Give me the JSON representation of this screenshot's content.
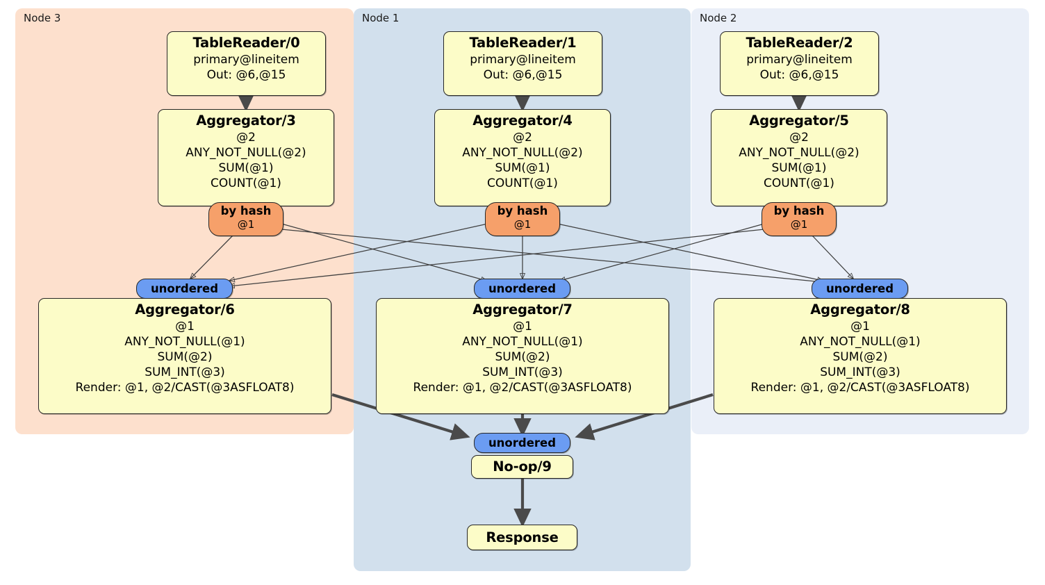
{
  "diagram": {
    "title": "Distributed SQL query physical plan (DistSQL flow diagram)",
    "colors": {
      "node3_panel": "#fde0cd",
      "node1_panel": "#d2e0ed",
      "node2_panel": "#eaeff8",
      "processor_box": "#fcfcc8",
      "by_hash_pill": "#f6a06a",
      "unordered_pill": "#6b9cf2",
      "edge": "#3f3f3f",
      "outline": "#262626"
    }
  },
  "panels": [
    {
      "id": "node3",
      "label": "Node 3"
    },
    {
      "id": "node1",
      "label": "Node 1"
    },
    {
      "id": "node2",
      "label": "Node 2"
    }
  ],
  "table_readers": [
    {
      "title": "TableReader/0",
      "lines": [
        "primary@lineitem",
        "Out: @6,@15"
      ]
    },
    {
      "title": "TableReader/1",
      "lines": [
        "primary@lineitem",
        "Out: @6,@15"
      ]
    },
    {
      "title": "TableReader/2",
      "lines": [
        "primary@lineitem",
        "Out: @6,@15"
      ]
    }
  ],
  "local_aggregators": [
    {
      "title": "Aggregator/3",
      "lines": [
        "@2",
        "ANY_NOT_NULL(@2)",
        "SUM(@1)",
        "COUNT(@1)"
      ]
    },
    {
      "title": "Aggregator/4",
      "lines": [
        "@2",
        "ANY_NOT_NULL(@2)",
        "SUM(@1)",
        "COUNT(@1)"
      ]
    },
    {
      "title": "Aggregator/5",
      "lines": [
        "@2",
        "ANY_NOT_NULL(@2)",
        "SUM(@1)",
        "COUNT(@1)"
      ]
    }
  ],
  "by_hash_outputs": [
    {
      "label": "by hash",
      "detail": "@1"
    },
    {
      "label": "by hash",
      "detail": "@1"
    },
    {
      "label": "by hash",
      "detail": "@1"
    }
  ],
  "unordered_inputs": [
    {
      "label": "unordered"
    },
    {
      "label": "unordered"
    },
    {
      "label": "unordered"
    }
  ],
  "final_aggregators": [
    {
      "title": "Aggregator/6",
      "lines": [
        "@1",
        "ANY_NOT_NULL(@1)",
        "SUM(@2)",
        "SUM_INT(@3)",
        "Render: @1, @2/CAST(@3ASFLOAT8)"
      ]
    },
    {
      "title": "Aggregator/7",
      "lines": [
        "@1",
        "ANY_NOT_NULL(@1)",
        "SUM(@2)",
        "SUM_INT(@3)",
        "Render: @1, @2/CAST(@3ASFLOAT8)"
      ]
    },
    {
      "title": "Aggregator/8",
      "lines": [
        "@1",
        "ANY_NOT_NULL(@1)",
        "SUM(@2)",
        "SUM_INT(@3)",
        "Render: @1, @2/CAST(@3ASFLOAT8)"
      ]
    }
  ],
  "gateway": {
    "final_unordered": {
      "label": "unordered"
    },
    "noop": {
      "title": "No-op/9"
    },
    "response": {
      "title": "Response"
    }
  }
}
